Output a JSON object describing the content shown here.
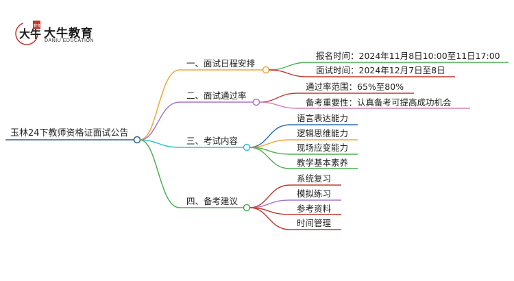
{
  "brand": {
    "name": "大牛教育",
    "subtitle": "DANIU EDUCATION",
    "mark_text": "大牛",
    "seal_text": "教育"
  },
  "mindmap": {
    "root": "玉林24下教师资格证面试公告",
    "colors": {
      "root": "#2f5f8a",
      "branch1": "#f2a33a",
      "branch2": "#a774c9",
      "branch3": "#2ec4d6",
      "branch4": "#4caf50",
      "leaf_green": "#4caf50",
      "leaf_red": "#c0392b",
      "leaf_pink": "#d47fae",
      "leaf_blue": "#2b6fa8",
      "leaf_orange": "#f2a33a",
      "leaf_purple": "#a774c9"
    },
    "branches": [
      {
        "label": "一、面试日程安排",
        "children": [
          "报名时间：2024年11月8日10:00至11日17:00",
          "面试时间：2024年12月7日至8日"
        ]
      },
      {
        "label": "二、面试通过率",
        "children": [
          "通过率范围：65%至80%",
          "备考重要性：认真备考可提高成功机会"
        ]
      },
      {
        "label": "三、考试内容",
        "children": [
          "语言表达能力",
          "逻辑思维能力",
          "现场应变能力",
          "教学基本素养"
        ]
      },
      {
        "label": "四、备考建议",
        "children": [
          "系统复习",
          "模拟练习",
          "参考资料",
          "时间管理"
        ]
      }
    ]
  }
}
